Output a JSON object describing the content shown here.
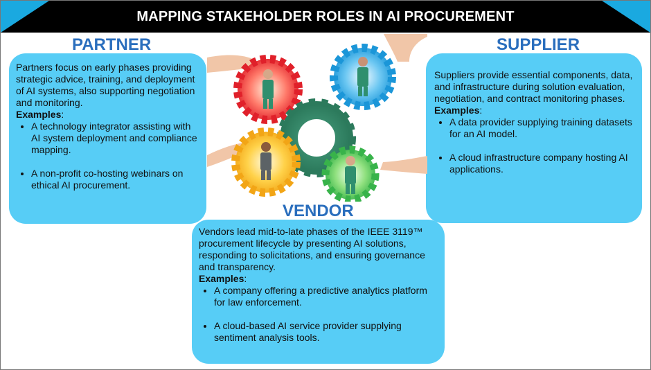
{
  "title": "MAPPING STAKEHOLDER ROLES IN AI PROCUREMENT",
  "colors": {
    "title_bg": "#000000",
    "accent_triangle": "#1aa9e0",
    "heading": "#2a6ebd",
    "box": "#57cdf6"
  },
  "partner": {
    "heading": "PARTNER",
    "description": "Partners focus on early phases providing strategic advice, training, and deployment of AI systems, also supporting negotiation and monitoring.",
    "examples_label": "Examples",
    "examples": [
      "A technology integrator assisting with AI system deployment and compliance mapping.",
      "A non-profit co-hosting webinars on ethical AI procurement."
    ]
  },
  "supplier": {
    "heading": "SUPPLIER",
    "description": "Suppliers provide essential components, data, and infrastructure during solution evaluation, negotiation, and contract monitoring phases.",
    "examples_label": "Examples",
    "examples": [
      "A data provider supplying training datasets for an AI model.",
      "A cloud infrastructure company hosting AI applications."
    ]
  },
  "vendor": {
    "heading": "VENDOR",
    "description": "Vendors lead mid-to-late phases of the IEEE 3119™ procurement lifecycle by presenting AI solutions, responding to solicitations, and ensuring governance and transparency.",
    "examples_label": "Examples",
    "examples": [
      "A company offering a predictive analytics platform for law enforcement.",
      "A cloud-based AI service provider supplying sentiment analysis tools."
    ]
  },
  "illustration": {
    "icon": "gears-with-people-and-hands-icon"
  }
}
